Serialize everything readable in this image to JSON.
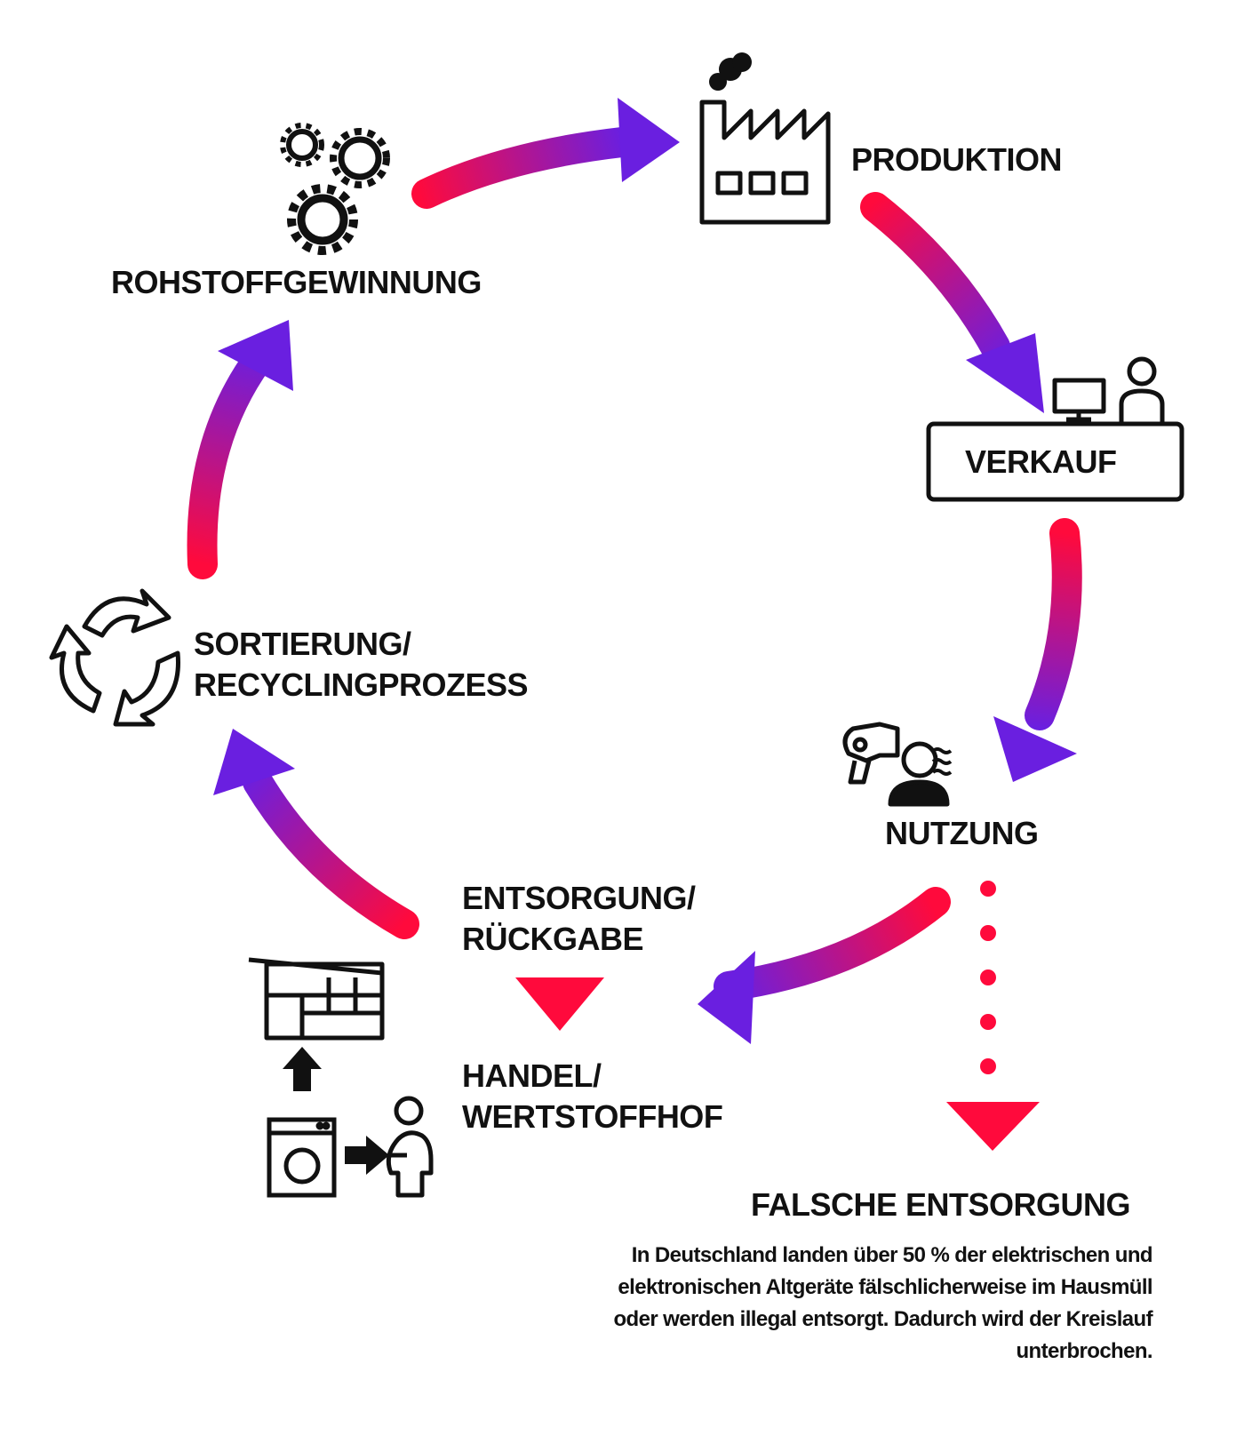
{
  "stages": {
    "rohstoff": "ROHSTOFFGEWINNUNG",
    "produktion": "PRODUKTION",
    "verkauf": "VERKAUF",
    "nutzung": "NUTZUNG",
    "entsorgung_line1": "ENTSORGUNG/",
    "entsorgung_line2": "RÜCKGABE",
    "handel_line1": "HANDEL/",
    "handel_line2": "WERTSTOFFHOF",
    "sortierung_line1": "SORTIERUNG/",
    "sortierung_line2": "RECYCLINGPROZESS"
  },
  "falsche": {
    "title": "FALSCHE ENTSORGUNG",
    "text_lines": [
      "In Deutschland landen über 50 % der elektrischen und",
      "elektronischen Altgeräte fälschlicherweise im Hausmüll",
      "oder werden illegal entsorgt. Dadurch wird der Kreislauf",
      "unterbrochen."
    ]
  },
  "colors": {
    "red": "#ff0a3c",
    "purple": "#6a1fe0",
    "ink": "#111111"
  },
  "icons": {
    "rohstoff": "gears-icon",
    "produktion": "factory-icon",
    "verkauf": "shop-counter-icon",
    "nutzung": "hairdryer-person-icon",
    "entsorgung": "return-appliance-icon",
    "sortierung": "recycle-icon"
  }
}
